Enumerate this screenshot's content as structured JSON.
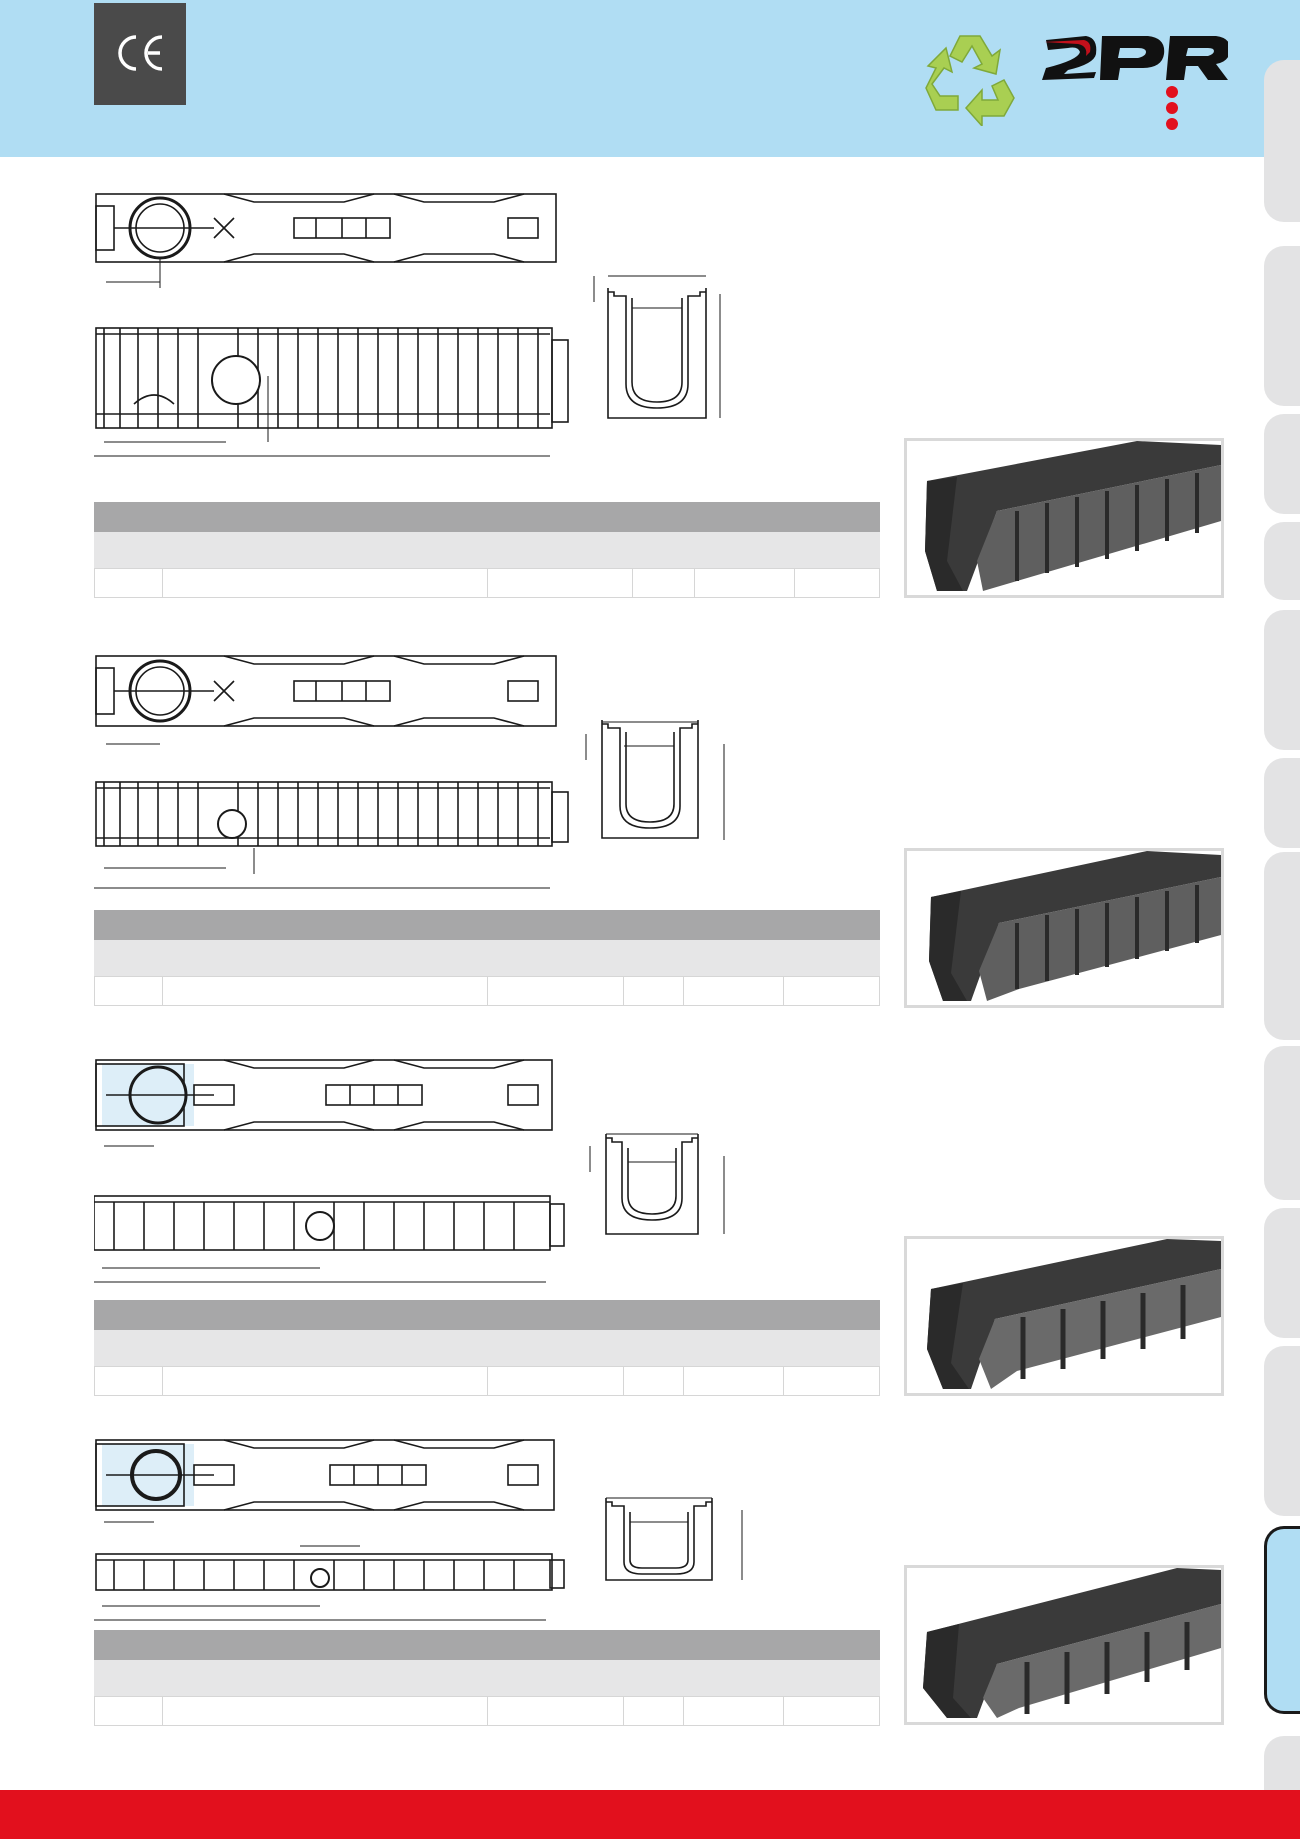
{
  "brand": {
    "logo_text": "2PR",
    "certification_mark": "CE",
    "header_color": "#b0ddf3",
    "logo_color": "#e2101d",
    "recycle_color": "#a9cf52",
    "footer_color": "#e2101d"
  },
  "icons": [
    "ce-mark-icon",
    "recycle-icon",
    "brand-logo"
  ],
  "products": [
    {
      "photo": "channel-photo-1",
      "drawing": "technical-drawing-1"
    },
    {
      "photo": "channel-photo-2",
      "drawing": "technical-drawing-2"
    },
    {
      "photo": "channel-photo-3",
      "drawing": "technical-drawing-3"
    },
    {
      "photo": "channel-photo-4",
      "drawing": "technical-drawing-4"
    }
  ]
}
